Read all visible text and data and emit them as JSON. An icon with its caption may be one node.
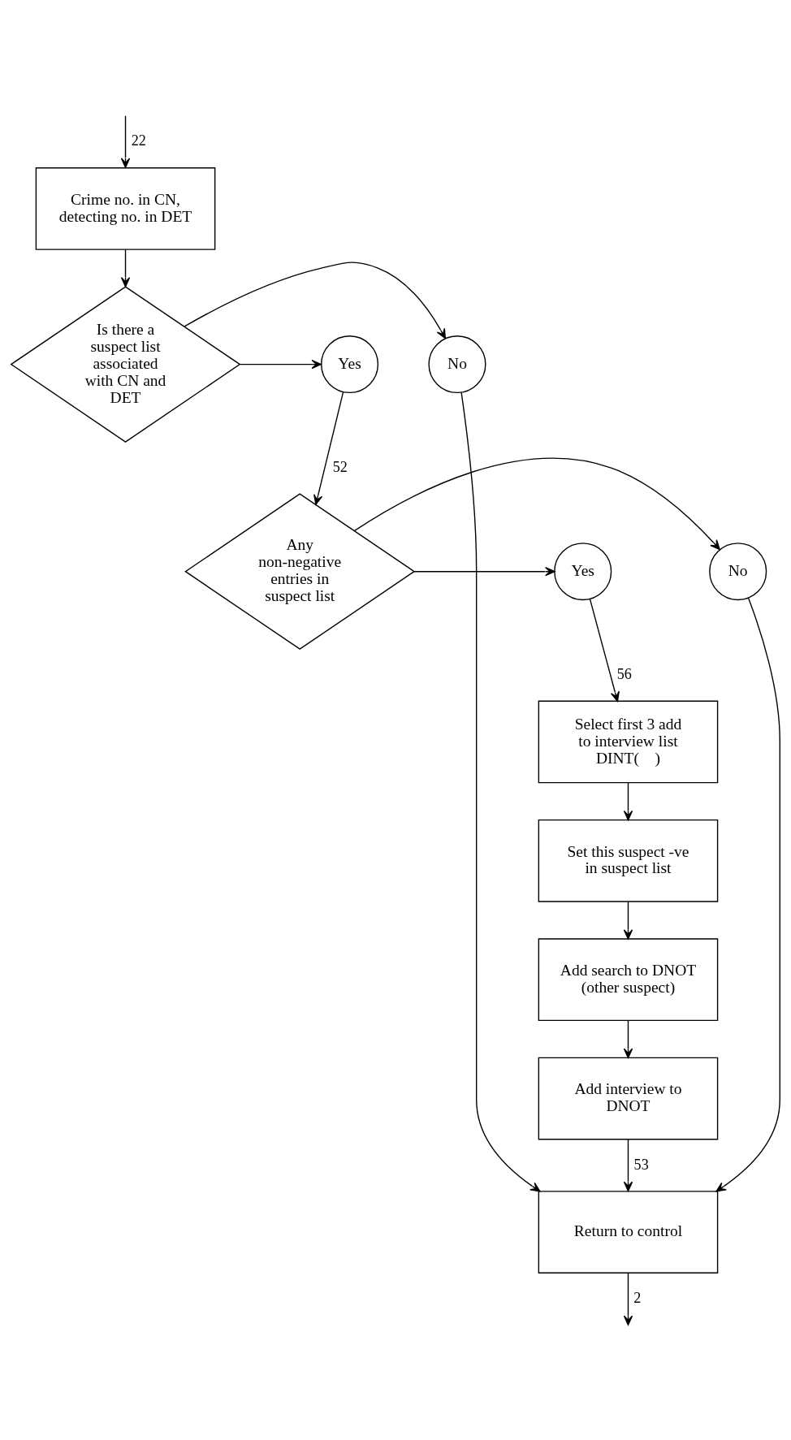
{
  "diagram": {
    "nodes": [
      {
        "text": [
          "Crime no. in CN, detecting no. in DET"
        ]
      },
      {
        "text": [
          "Is there a suspect list associated with CN and DET"
        ]
      },
      {
        "text": [
          "No"
        ]
      },
      {
        "text": [
          "Yes"
        ]
      },
      {
        "text": [
          "Any non-negative entries in suspect list"
        ]
      },
      {
        "text": [
          "No"
        ]
      },
      {
        "text": [
          "Yes"
        ]
      },
      {
        "text": [
          "Select first 3 add to interview list DINT(    )"
        ]
      },
      {
        "text": [
          "Set this suspect -ve in suspect list"
        ]
      },
      {
        "text": [
          "Add search to DNOT (other suspect)"
        ]
      },
      {
        "text": [
          "Add interview to DNOT"
        ]
      },
      {
        "text": [
          "Return to control"
        ]
      }
    ],
    "edges": [
      {
        "from": null,
        "to": 0,
        "arrow": "to",
        "label": "22"
      },
      {
        "from": 0,
        "to": 1,
        "arrow": "to"
      },
      {
        "from": 1,
        "to": 2,
        "arrow": "to"
      },
      {
        "from": 1,
        "to": 3,
        "arrow": "to"
      },
      {
        "from": 3,
        "to": 4,
        "arrow": "to",
        "label": "52"
      },
      {
        "from": 4,
        "to": 5,
        "arrow": "to"
      },
      {
        "from": 4,
        "to": 6,
        "arrow": "to"
      },
      {
        "from": 6,
        "to": 7,
        "arrow": "to",
        "label": "56"
      },
      {
        "from": 7,
        "to": 8,
        "arrow": "to"
      },
      {
        "from": 8,
        "to": 9,
        "arrow": "to"
      },
      {
        "from": 9,
        "to": 10,
        "arrow": "to"
      },
      {
        "from": 2,
        "to": 11,
        "arrow": "to"
      },
      {
        "from": 5,
        "to": 11,
        "arrow": "to"
      },
      {
        "from": 10,
        "to": 11,
        "arrow": "to",
        "label": "53"
      },
      {
        "from": 11,
        "to": null,
        "arrow": "to",
        "label": "2"
      }
    ]
  }
}
